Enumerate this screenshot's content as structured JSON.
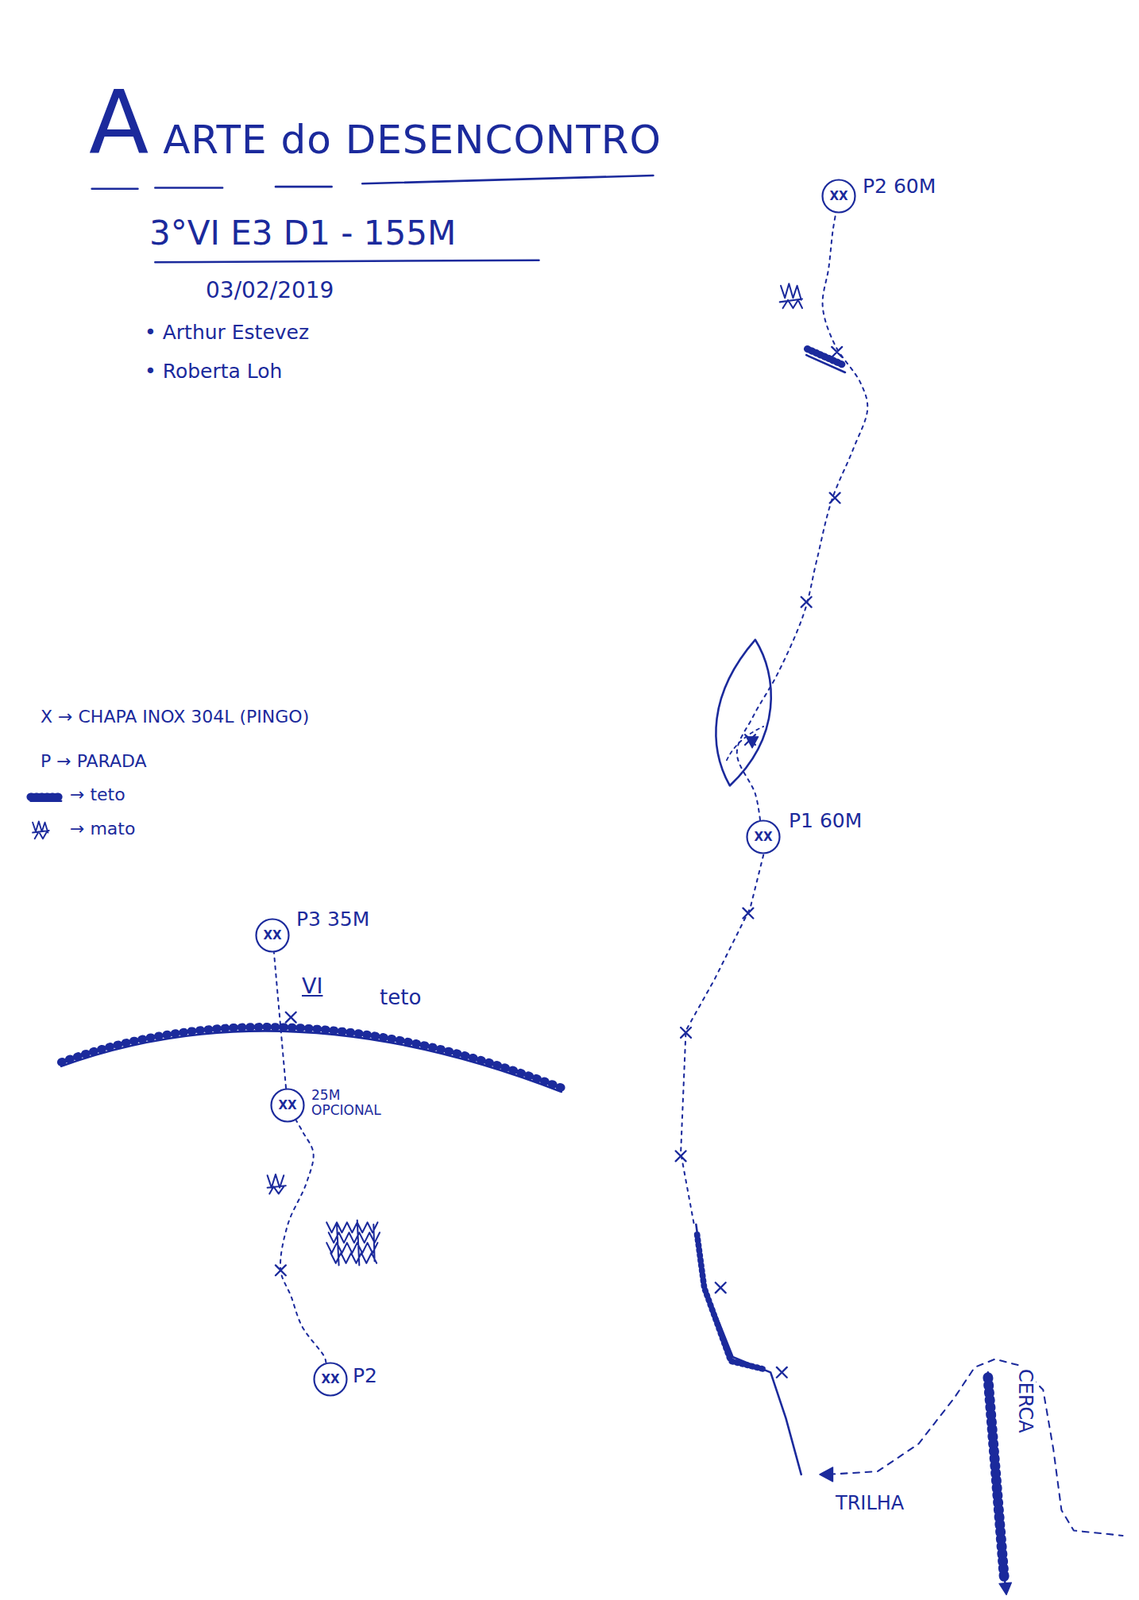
{
  "diagram": {
    "title": "A ARTE do DESENCONTRO",
    "nodes": [
      {
        "text": [
          "XX",
          "P2 60M"
        ]
      },
      {
        "text": [
          "XX",
          "P1 60M"
        ]
      },
      {
        "text": [
          "XX",
          "P3 35M"
        ]
      },
      {
        "text": [
          "XX",
          "25M OPCIONAL"
        ]
      },
      {
        "text": [
          "XX",
          "P2"
        ]
      }
    ],
    "edges": [
      {
        "from": 1,
        "to": 0,
        "arrow": "none"
      },
      {
        "from": 4,
        "to": 3,
        "arrow": "none"
      },
      {
        "from": 3,
        "to": 2,
        "arrow": "none"
      }
    ],
    "labels": [
      "3°VI E3 D1 - 155M",
      "03/02/2019",
      "• Arthur Estevez",
      "• Roberta Loh",
      "VI",
      "teto",
      "TRILHA",
      "CERCA"
    ],
    "legend": [
      {
        "text": "X → CHAPA INOX 304L (PINGO)"
      },
      {
        "text": "P → PARADA"
      },
      {
        "text": "→ teto"
      },
      {
        "text": "→ mato"
      }
    ]
  }
}
